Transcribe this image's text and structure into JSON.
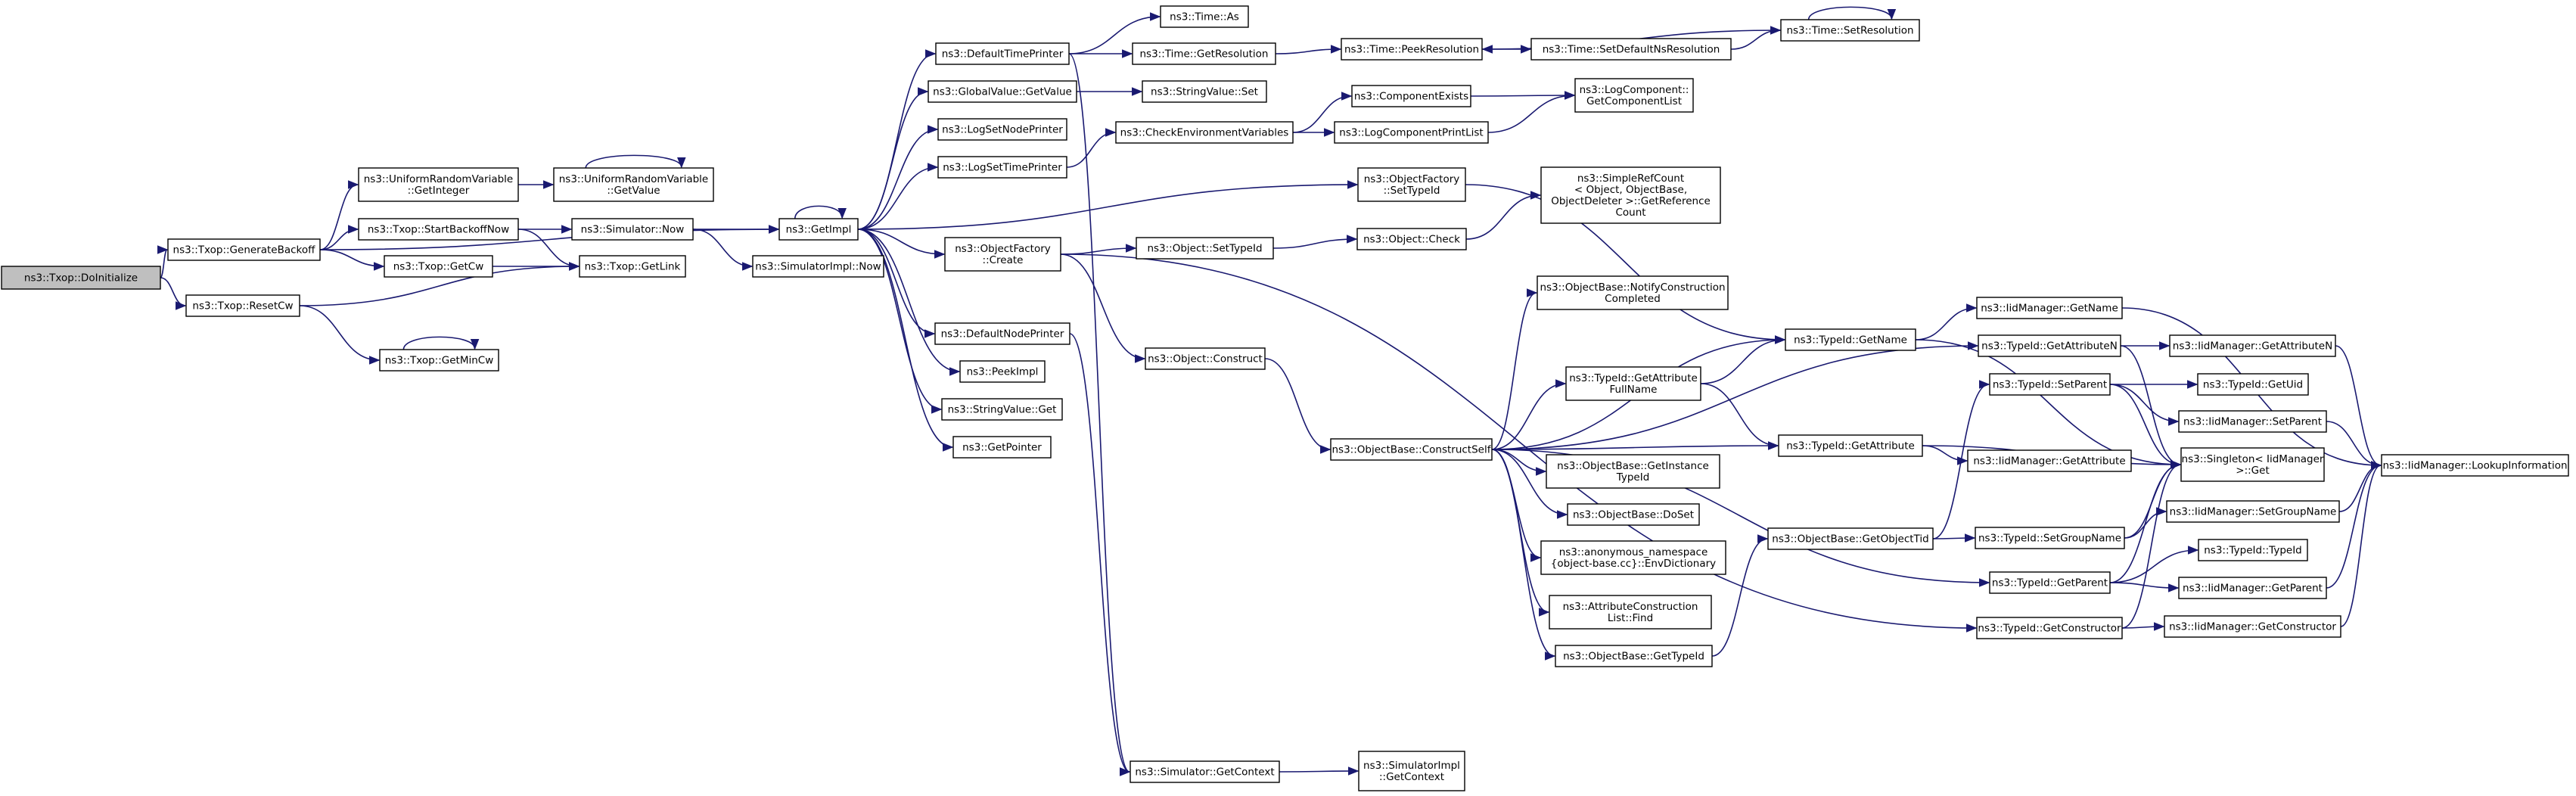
{
  "graph": {
    "colors": {
      "edge": "#191970",
      "node_border": "#000000",
      "root_fill": "#bfbfbf",
      "node_fill": "#ffffff"
    },
    "nodes": {
      "doinit": {
        "label": [
          "ns3::Txop::DoInitialize"
        ]
      },
      "genback": {
        "label": [
          "ns3::Txop::GenerateBackoff"
        ]
      },
      "resetcw": {
        "label": [
          "ns3::Txop::ResetCw"
        ]
      },
      "urvgetint": {
        "label": [
          "ns3::UniformRandomVariable",
          "::GetInteger"
        ]
      },
      "urvgetval": {
        "label": [
          "ns3::UniformRandomVariable",
          "::GetValue"
        ]
      },
      "startback": {
        "label": [
          "ns3::Txop::StartBackoffNow"
        ]
      },
      "getcw": {
        "label": [
          "ns3::Txop::GetCw"
        ]
      },
      "getmincw": {
        "label": [
          "ns3::Txop::GetMinCw"
        ]
      },
      "simnow": {
        "label": [
          "ns3::Simulator::Now"
        ]
      },
      "getlink": {
        "label": [
          "ns3::Txop::GetLink"
        ]
      },
      "getimpl": {
        "label": [
          "ns3::GetImpl"
        ]
      },
      "simimplnow": {
        "label": [
          "ns3::SimulatorImpl::Now"
        ]
      },
      "deftimepr": {
        "label": [
          "ns3::DefaultTimePrinter"
        ]
      },
      "globget": {
        "label": [
          "ns3::GlobalValue::GetValue"
        ]
      },
      "logsetnode": {
        "label": [
          "ns3::LogSetNodePrinter"
        ]
      },
      "logsettime": {
        "label": [
          "ns3::LogSetTimePrinter"
        ]
      },
      "objfcreate": {
        "label": [
          "ns3::ObjectFactory",
          "::Create"
        ]
      },
      "defnodepr": {
        "label": [
          "ns3::DefaultNodePrinter"
        ]
      },
      "peekimpl": {
        "label": [
          "ns3::PeekImpl"
        ]
      },
      "strvalget": {
        "label": [
          "ns3::StringValue::Get"
        ]
      },
      "getpointer": {
        "label": [
          "ns3::GetPointer"
        ]
      },
      "timeas": {
        "label": [
          "ns3::Time::As"
        ]
      },
      "timegetres": {
        "label": [
          "ns3::Time::GetResolution"
        ]
      },
      "strvalset": {
        "label": [
          "ns3::StringValue::Set"
        ]
      },
      "checkenv": {
        "label": [
          "ns3::CheckEnvironmentVariables"
        ]
      },
      "objsettid": {
        "label": [
          "ns3::Object::SetTypeId"
        ]
      },
      "objconstr": {
        "label": [
          "ns3::Object::Construct"
        ]
      },
      "simgetctx": {
        "label": [
          "ns3::Simulator::GetContext"
        ]
      },
      "timepeekres": {
        "label": [
          "ns3::Time::PeekResolution"
        ]
      },
      "compexists": {
        "label": [
          "ns3::ComponentExists"
        ]
      },
      "logcompprint": {
        "label": [
          "ns3::LogComponentPrintList"
        ]
      },
      "objfsettid": {
        "label": [
          "ns3::ObjectFactory",
          "::SetTypeId"
        ]
      },
      "objcheck": {
        "label": [
          "ns3::Object::Check"
        ]
      },
      "obconstructself": {
        "label": [
          "ns3::ObjectBase::ConstructSelf"
        ]
      },
      "simimplgetctx": {
        "label": [
          "ns3::SimulatorImpl",
          "::GetContext"
        ]
      },
      "timesetdefns": {
        "label": [
          "ns3::Time::SetDefaultNsResolution"
        ]
      },
      "logcompgetlist": {
        "label": [
          "ns3::LogComponent::",
          "GetComponentList"
        ]
      },
      "simplerefcount": {
        "label": [
          "ns3::SimpleRefCount",
          "< Object, ObjectBase,",
          "ObjectDeleter >::GetReference",
          "Count"
        ]
      },
      "obnotify": {
        "label": [
          "ns3::ObjectBase::NotifyConstruction",
          "Completed"
        ]
      },
      "tidgetattrfull": {
        "label": [
          "ns3::TypeId::GetAttribute",
          "FullName"
        ]
      },
      "obgetinst": {
        "label": [
          "ns3::ObjectBase::GetInstance",
          "TypeId"
        ]
      },
      "obdoset": {
        "label": [
          "ns3::ObjectBase::DoSet"
        ]
      },
      "anonenv": {
        "label": [
          "ns3::anonymous_namespace",
          "{object-base.cc}::EnvDictionary"
        ]
      },
      "attrconstrfind": {
        "label": [
          "ns3::AttributeConstruction",
          "List::Find"
        ]
      },
      "obgettid": {
        "label": [
          "ns3::ObjectBase::GetTypeId"
        ]
      },
      "timesetres": {
        "label": [
          "ns3::Time::SetResolution"
        ]
      },
      "tidgetname": {
        "label": [
          "ns3::TypeId::GetName"
        ]
      },
      "tidgetattr": {
        "label": [
          "ns3::TypeId::GetAttribute"
        ]
      },
      "obgetobjtid": {
        "label": [
          "ns3::ObjectBase::GetObjectTid"
        ]
      },
      "iidgetname": {
        "label": [
          "ns3::IidManager::GetName"
        ]
      },
      "tidgetattrn": {
        "label": [
          "ns3::TypeId::GetAttributeN"
        ]
      },
      "tidsetparent": {
        "label": [
          "ns3::TypeId::SetParent"
        ]
      },
      "iidgetattr": {
        "label": [
          "ns3::IidManager::GetAttribute"
        ]
      },
      "tidsetgroup": {
        "label": [
          "ns3::TypeId::SetGroupName"
        ]
      },
      "tidgetparent": {
        "label": [
          "ns3::TypeId::GetParent"
        ]
      },
      "tidgetctor": {
        "label": [
          "ns3::TypeId::GetConstructor"
        ]
      },
      "iidgetattrn": {
        "label": [
          "ns3::IidManager::GetAttributeN"
        ]
      },
      "tidgetuid": {
        "label": [
          "ns3::TypeId::GetUid"
        ]
      },
      "iidsetparent": {
        "label": [
          "ns3::IidManager::SetParent"
        ]
      },
      "singleton": {
        "label": [
          "ns3::Singleton< IidManager",
          ">::Get"
        ]
      },
      "iidsetgroup": {
        "label": [
          "ns3::IidManager::SetGroupName"
        ]
      },
      "tidtypeid": {
        "label": [
          "ns3::TypeId::TypeId"
        ]
      },
      "iidgetparent": {
        "label": [
          "ns3::IidManager::GetParent"
        ]
      },
      "iidgetctor": {
        "label": [
          "ns3::IidManager::GetConstructor"
        ]
      },
      "iidlookup": {
        "label": [
          "ns3::IidManager::LookupInformation"
        ]
      }
    },
    "edges": [
      [
        "doinit",
        "genback"
      ],
      [
        "doinit",
        "resetcw"
      ],
      [
        "genback",
        "urvgetint"
      ],
      [
        "genback",
        "startback"
      ],
      [
        "genback",
        "getcw"
      ],
      [
        "genback",
        "getimpl"
      ],
      [
        "urvgetint",
        "urvgetval"
      ],
      [
        "urvgetval",
        "urvgetval"
      ],
      [
        "startback",
        "simnow"
      ],
      [
        "startback",
        "getlink"
      ],
      [
        "getcw",
        "getlink"
      ],
      [
        "resetcw",
        "getlink"
      ],
      [
        "resetcw",
        "getmincw"
      ],
      [
        "getmincw",
        "getmincw"
      ],
      [
        "simnow",
        "getimpl"
      ],
      [
        "simnow",
        "simimplnow"
      ],
      [
        "getimpl",
        "deftimepr"
      ],
      [
        "getimpl",
        "globget"
      ],
      [
        "getimpl",
        "logsetnode"
      ],
      [
        "getimpl",
        "logsettime"
      ],
      [
        "getimpl",
        "objfsettid"
      ],
      [
        "getimpl",
        "objfcreate"
      ],
      [
        "getimpl",
        "defnodepr"
      ],
      [
        "getimpl",
        "peekimpl"
      ],
      [
        "getimpl",
        "strvalget"
      ],
      [
        "getimpl",
        "getpointer"
      ],
      [
        "getimpl",
        "getimpl"
      ],
      [
        "deftimepr",
        "timeas"
      ],
      [
        "deftimepr",
        "timegetres"
      ],
      [
        "deftimepr",
        "simgetctx"
      ],
      [
        "globget",
        "strvalset"
      ],
      [
        "logsettime",
        "checkenv"
      ],
      [
        "checkenv",
        "compexists"
      ],
      [
        "checkenv",
        "logcompprint"
      ],
      [
        "compexists",
        "logcompgetlist"
      ],
      [
        "logcompprint",
        "logcompgetlist"
      ],
      [
        "objfsettid",
        "tidgetname"
      ],
      [
        "objfcreate",
        "objsettid"
      ],
      [
        "objfcreate",
        "objconstr"
      ],
      [
        "objfcreate",
        "tidgetctor"
      ],
      [
        "objsettid",
        "objcheck"
      ],
      [
        "objcheck",
        "simplerefcount"
      ],
      [
        "objconstr",
        "obconstructself"
      ],
      [
        "defnodepr",
        "simgetctx"
      ],
      [
        "simgetctx",
        "simimplgetctx"
      ],
      [
        "timegetres",
        "timepeekres"
      ],
      [
        "timepeekres",
        "timesetdefns"
      ],
      [
        "timesetdefns",
        "timesetres"
      ],
      [
        "timesetres",
        "timepeekres"
      ],
      [
        "timesetres",
        "timesetres"
      ],
      [
        "obconstructself",
        "obnotify"
      ],
      [
        "obconstructself",
        "tidgetname"
      ],
      [
        "obconstructself",
        "tidgetattrfull"
      ],
      [
        "obconstructself",
        "tidgetattr"
      ],
      [
        "obconstructself",
        "obgetinst"
      ],
      [
        "obconstructself",
        "obdoset"
      ],
      [
        "obconstructself",
        "anonenv"
      ],
      [
        "obconstructself",
        "attrconstrfind"
      ],
      [
        "obconstructself",
        "obgettid"
      ],
      [
        "obconstructself",
        "tidgetattrn"
      ],
      [
        "obconstructself",
        "tidgetparent"
      ],
      [
        "tidgetattrfull",
        "tidgetname"
      ],
      [
        "tidgetattrfull",
        "tidgetattr"
      ],
      [
        "obgettid",
        "obgetobjtid"
      ],
      [
        "obgetobjtid",
        "tidsetparent"
      ],
      [
        "obgetobjtid",
        "tidsetgroup"
      ],
      [
        "tidgetname",
        "iidgetname"
      ],
      [
        "tidgetname",
        "singleton"
      ],
      [
        "tidgetattr",
        "iidgetattr"
      ],
      [
        "tidgetattr",
        "singleton"
      ],
      [
        "tidgetattrn",
        "iidgetattrn"
      ],
      [
        "tidgetattrn",
        "singleton"
      ],
      [
        "tidsetparent",
        "tidgetuid"
      ],
      [
        "tidsetparent",
        "iidsetparent"
      ],
      [
        "tidsetparent",
        "singleton"
      ],
      [
        "tidsetgroup",
        "iidsetgroup"
      ],
      [
        "tidsetgroup",
        "singleton"
      ],
      [
        "tidgetparent",
        "tidtypeid"
      ],
      [
        "tidgetparent",
        "iidgetparent"
      ],
      [
        "tidgetparent",
        "singleton"
      ],
      [
        "tidgetctor",
        "iidgetctor"
      ],
      [
        "tidgetctor",
        "singleton"
      ],
      [
        "iidgetname",
        "iidlookup"
      ],
      [
        "iidgetattrn",
        "iidlookup"
      ],
      [
        "iidsetparent",
        "iidlookup"
      ],
      [
        "iidsetgroup",
        "iidlookup"
      ],
      [
        "iidgetparent",
        "iidlookup"
      ],
      [
        "iidgetctor",
        "iidlookup"
      ]
    ]
  }
}
